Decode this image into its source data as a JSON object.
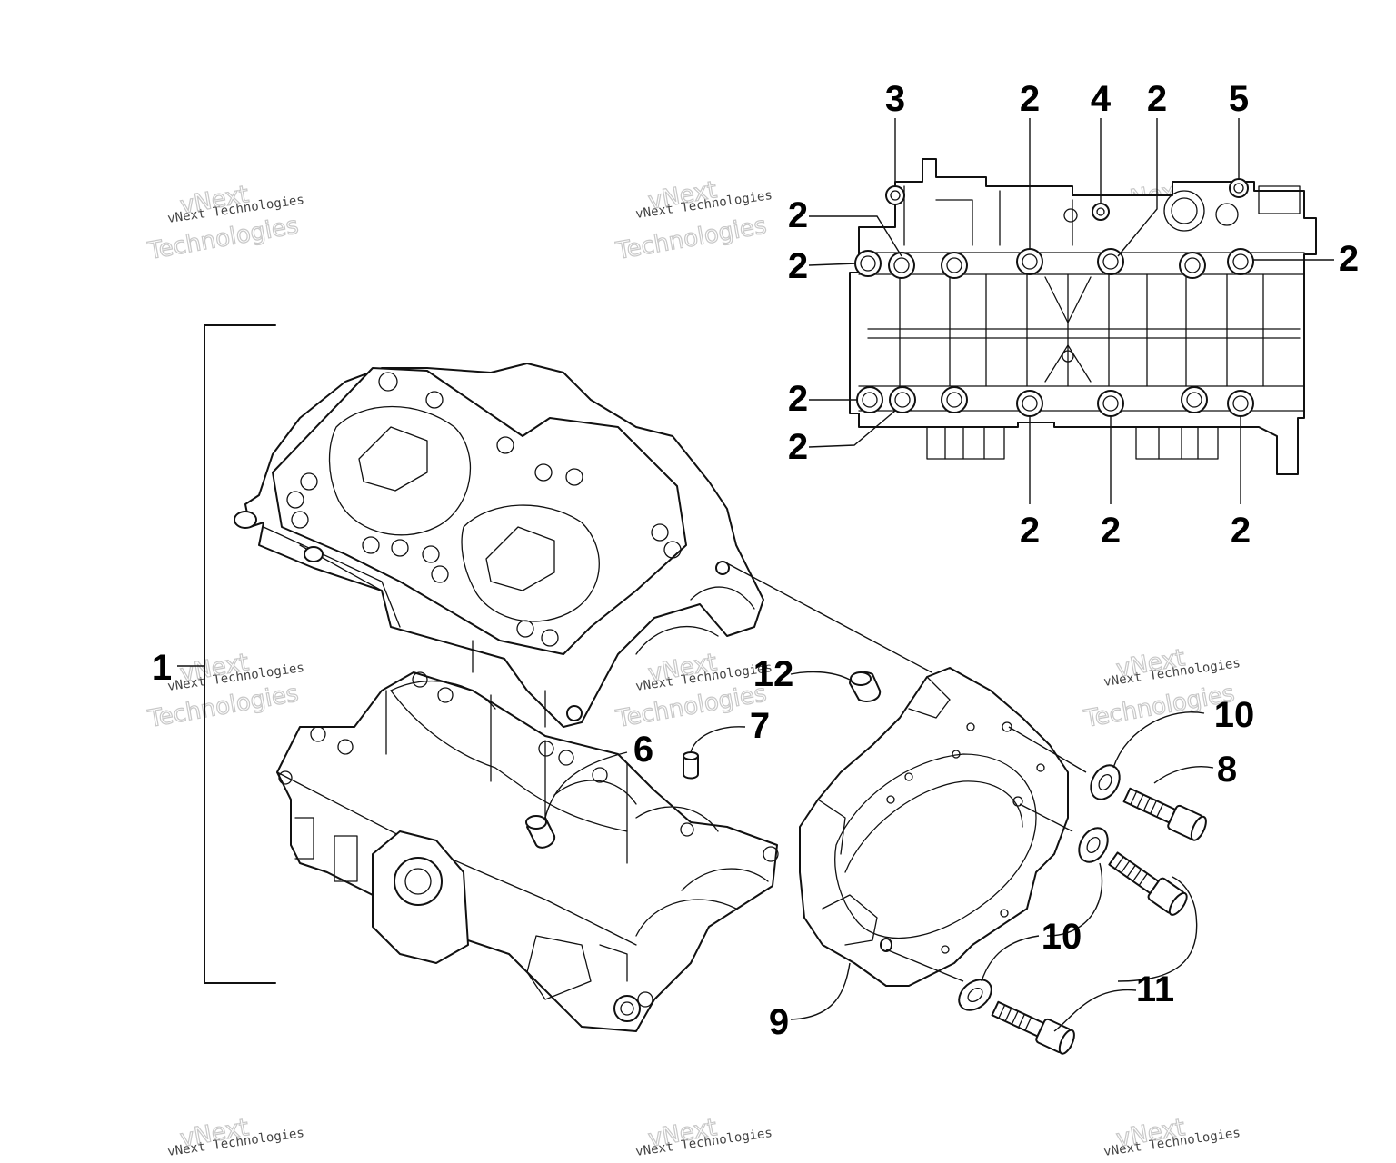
{
  "diagram": {
    "callouts": {
      "c1": "1",
      "c2": "2",
      "c3": "3",
      "c4": "4",
      "c5": "5",
      "c6": "6",
      "c7": "7",
      "c8": "8",
      "c9": "9",
      "c10": "10",
      "c11": "11",
      "c12": "12"
    },
    "watermark": {
      "small": "vNext Technologies",
      "large_line1": "vNext",
      "large_line2": "Technologies"
    },
    "parts": [
      "crankcase-assembly",
      "stud",
      "stud",
      "stud",
      "stud",
      "dowel-pin",
      "dowel-pin",
      "cap-screw",
      "bearing-housing",
      "washer",
      "cap-screw",
      "dowel-pin"
    ]
  }
}
